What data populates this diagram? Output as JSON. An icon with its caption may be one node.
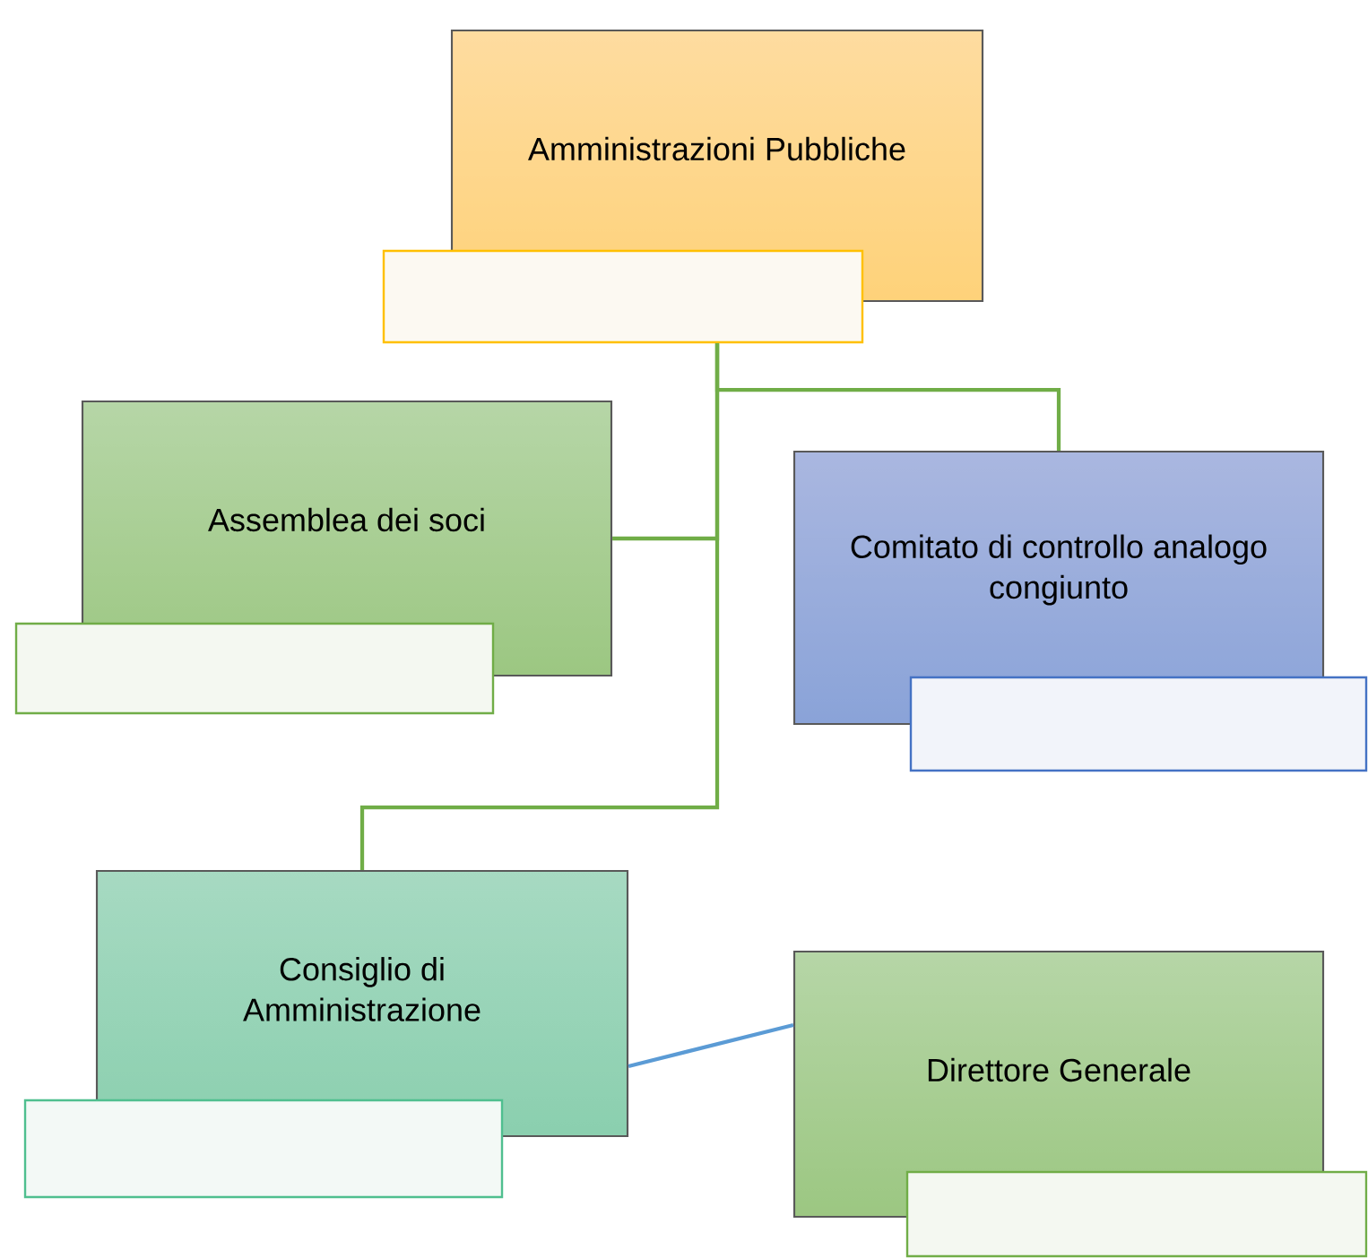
{
  "diagram": {
    "nodes": [
      {
        "text": [
          "Amministrazioni Pubbliche"
        ]
      },
      {
        "text": [],
        "shape": "box"
      },
      {
        "text": [
          "Assemblea dei soci"
        ]
      },
      {
        "text": [],
        "shape": "box"
      },
      {
        "text": [
          "Comitato di controllo analogo congiunto"
        ]
      },
      {
        "text": [],
        "shape": "box"
      },
      {
        "text": [
          "Consiglio di Amministrazione"
        ]
      },
      {
        "text": [],
        "shape": "box"
      },
      {
        "text": [
          "Direttore Generale"
        ]
      },
      {
        "text": [],
        "shape": "box"
      }
    ],
    "edges": [
      {
        "from": 1,
        "to": 2,
        "arrow": "none"
      },
      {
        "from": 1,
        "to": 4,
        "arrow": "none"
      },
      {
        "from": 1,
        "to": 6,
        "arrow": "none"
      },
      {
        "from": 6,
        "to": 8,
        "arrow": "none",
        "color": "#5b9bd5"
      }
    ]
  }
}
